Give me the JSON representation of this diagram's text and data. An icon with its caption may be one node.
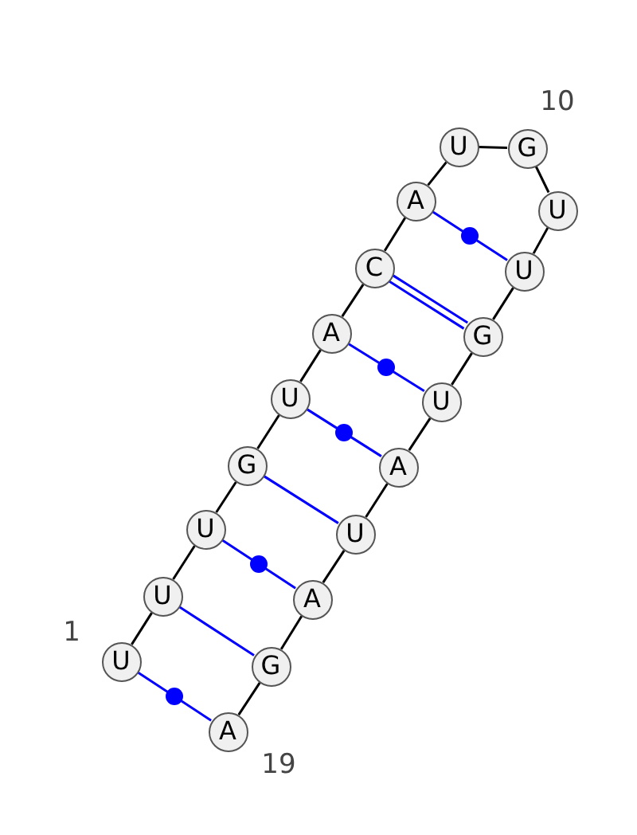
{
  "diagram": {
    "nodes": [
      {
        "text": [
          "U"
        ]
      },
      {
        "text": [
          "U"
        ]
      },
      {
        "text": [
          "U"
        ]
      },
      {
        "text": [
          "G"
        ]
      },
      {
        "text": [
          "U"
        ]
      },
      {
        "text": [
          "A"
        ]
      },
      {
        "text": [
          "C"
        ]
      },
      {
        "text": [
          "A"
        ]
      },
      {
        "text": [
          "U"
        ]
      },
      {
        "text": [
          "G"
        ]
      },
      {
        "text": [
          "U"
        ]
      },
      {
        "text": [
          "U"
        ]
      },
      {
        "text": [
          "G"
        ]
      },
      {
        "text": [
          "U"
        ]
      },
      {
        "text": [
          "A"
        ]
      },
      {
        "text": [
          "U"
        ]
      },
      {
        "text": [
          "A"
        ]
      },
      {
        "text": [
          "G"
        ]
      },
      {
        "text": [
          "A"
        ]
      }
    ],
    "edges": [
      {
        "from": 0,
        "to": 1,
        "arrow": "none"
      },
      {
        "from": 1,
        "to": 2,
        "arrow": "none"
      },
      {
        "from": 2,
        "to": 3,
        "arrow": "none"
      },
      {
        "from": 3,
        "to": 4,
        "arrow": "none"
      },
      {
        "from": 4,
        "to": 5,
        "arrow": "none"
      },
      {
        "from": 5,
        "to": 6,
        "arrow": "none"
      },
      {
        "from": 6,
        "to": 7,
        "arrow": "none"
      },
      {
        "from": 7,
        "to": 8,
        "arrow": "none"
      },
      {
        "from": 8,
        "to": 9,
        "arrow": "none"
      },
      {
        "from": 9,
        "to": 10,
        "arrow": "none"
      },
      {
        "from": 10,
        "to": 11,
        "arrow": "none"
      },
      {
        "from": 11,
        "to": 12,
        "arrow": "none"
      },
      {
        "from": 12,
        "to": 13,
        "arrow": "none"
      },
      {
        "from": 13,
        "to": 14,
        "arrow": "none"
      },
      {
        "from": 14,
        "to": 15,
        "arrow": "none"
      },
      {
        "from": 15,
        "to": 16,
        "arrow": "none"
      },
      {
        "from": 16,
        "to": 17,
        "arrow": "none"
      },
      {
        "from": 17,
        "to": 18,
        "arrow": "none"
      },
      {
        "from": 0,
        "to": 18,
        "arrow": "none",
        "color": "#0000ff"
      },
      {
        "from": 1,
        "to": 17,
        "arrow": "none",
        "color": "#0000ff"
      },
      {
        "from": 2,
        "to": 16,
        "arrow": "none",
        "color": "#0000ff"
      },
      {
        "from": 3,
        "to": 15,
        "arrow": "none",
        "color": "#0000ff"
      },
      {
        "from": 4,
        "to": 14,
        "arrow": "none",
        "color": "#0000ff"
      },
      {
        "from": 5,
        "to": 13,
        "arrow": "none",
        "color": "#0000ff"
      },
      {
        "from": 6,
        "to": 12,
        "arrow": "none",
        "color": "#0000ff"
      },
      {
        "from": 7,
        "to": 11,
        "arrow": "none",
        "color": "#0000ff"
      }
    ],
    "labels": [
      "1",
      "10",
      "19"
    ]
  }
}
